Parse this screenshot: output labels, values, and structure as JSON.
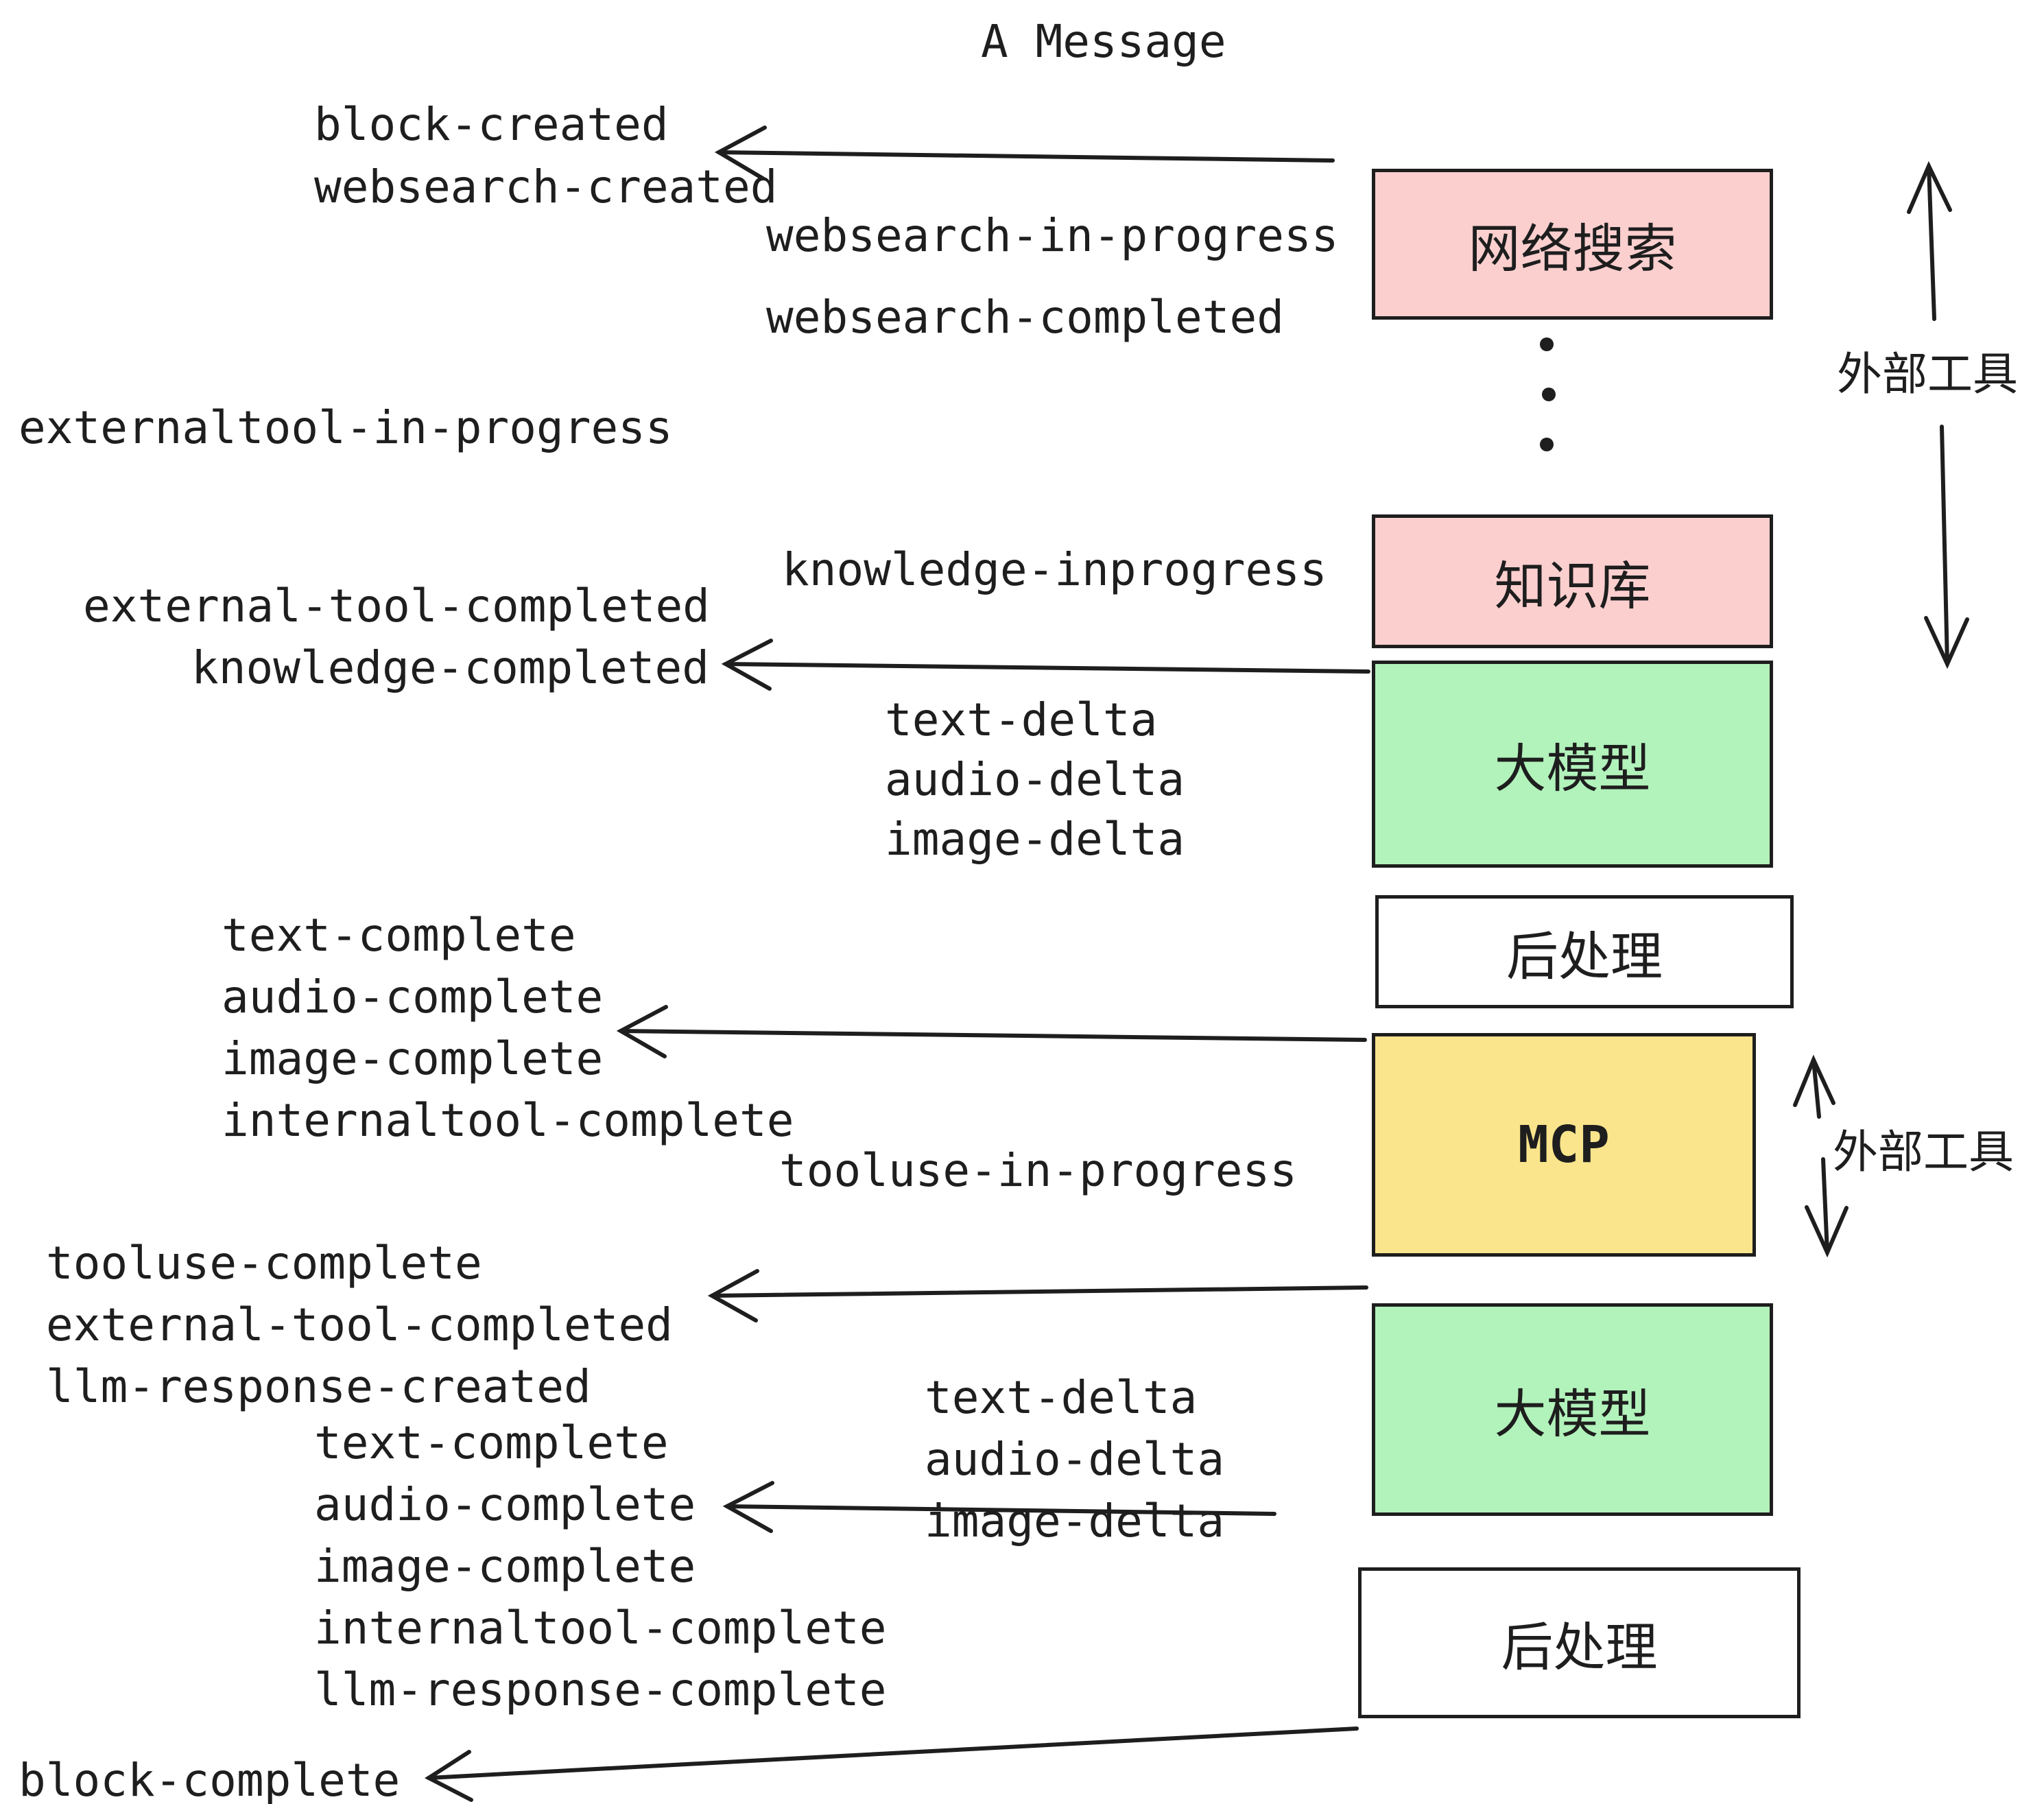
{
  "title": "A Message",
  "colors": {
    "ink": "#1e1e1e",
    "box_pink": "#fccfcf",
    "box_green": "#b2f2bb",
    "box_yellow": "#fae58c",
    "box_white": "#ffffff"
  },
  "boxes": [
    {
      "label": "网络搜索"
    },
    {
      "label": "知识库"
    },
    {
      "label": "大模型"
    },
    {
      "label": "后处理"
    },
    {
      "label": "MCP"
    },
    {
      "label": "大模型"
    },
    {
      "label": "后处理"
    }
  ],
  "side_labels": {
    "top": "外部工具",
    "bottom": "外部工具"
  },
  "events": [
    {
      "text": "block-created"
    },
    {
      "text": "websearch-created"
    },
    {
      "text": "websearch-in-progress"
    },
    {
      "text": "websearch-completed"
    },
    {
      "text": "externaltool-in-progress"
    },
    {
      "text": "knowledge-inprogress"
    },
    {
      "text": "external-tool-completed"
    },
    {
      "text": "knowledge-completed"
    },
    {
      "text": "text-delta"
    },
    {
      "text": "audio-delta"
    },
    {
      "text": "image-delta"
    },
    {
      "text": "text-complete"
    },
    {
      "text": "audio-complete"
    },
    {
      "text": "image-complete"
    },
    {
      "text": "internaltool-complete"
    },
    {
      "text": "tooluse-in-progress"
    },
    {
      "text": "tooluse-complete"
    },
    {
      "text": "external-tool-completed"
    },
    {
      "text": "llm-response-created"
    },
    {
      "text": "text-complete"
    },
    {
      "text": "audio-complete"
    },
    {
      "text": "image-complete"
    },
    {
      "text": "internaltool-complete"
    },
    {
      "text": "llm-response-complete"
    },
    {
      "text": "block-complete"
    },
    {
      "text": "text-delta"
    },
    {
      "text": "audio-delta"
    },
    {
      "text": "image-delta"
    }
  ]
}
